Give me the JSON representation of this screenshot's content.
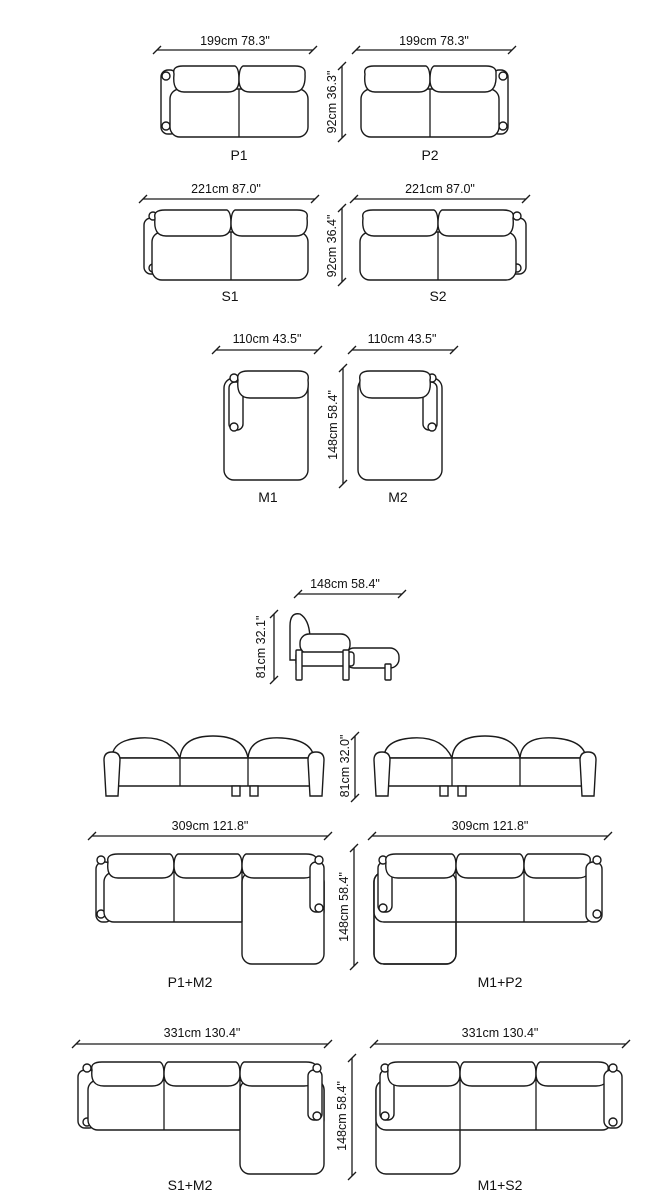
{
  "modules": {
    "p1": {
      "label": "P1",
      "width": "199cm 78.3\""
    },
    "p2": {
      "label": "P2",
      "width": "199cm 78.3\""
    },
    "p_depth": "92cm 36.3\"",
    "s1": {
      "label": "S1",
      "width": "221cm 87.0\""
    },
    "s2": {
      "label": "S2",
      "width": "221cm 87.0\""
    },
    "s_depth": "92cm 36.4\"",
    "m1": {
      "label": "M1",
      "width": "110cm 43.5\""
    },
    "m2": {
      "label": "M2",
      "width": "110cm 43.5\""
    },
    "m_depth": "148cm 58.4\""
  },
  "side_view": {
    "length": "148cm 58.4\"",
    "height": "81cm 32.1\""
  },
  "front_view": {
    "height": "81cm 32.0\""
  },
  "combos": {
    "p1m2": {
      "label": "P1+M2",
      "width": "309cm 121.8\""
    },
    "m1p2": {
      "label": "M1+P2",
      "width": "309cm 121.8\""
    },
    "p_depth": "148cm 58.4\"",
    "s1m2": {
      "label": "S1+M2",
      "width": "331cm 130.4\""
    },
    "m1s2": {
      "label": "M1+S2",
      "width": "331cm 130.4\""
    },
    "s_depth": "148cm 58.4\""
  }
}
